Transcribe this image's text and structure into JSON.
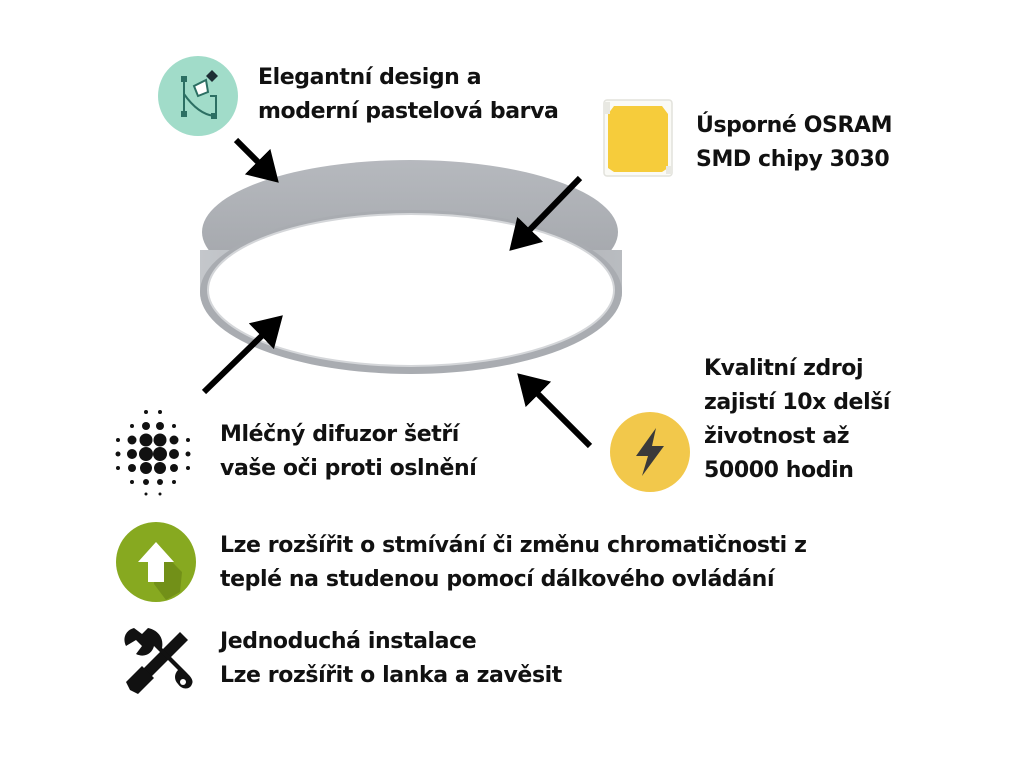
{
  "features": {
    "design": {
      "lines": [
        "Elegantní design a",
        "moderní pastelová barva"
      ],
      "icon": "design-pen-icon",
      "icon_color": "#9FDCC8"
    },
    "chips": {
      "lines": [
        "Úsporné OSRAM",
        "SMD chipy 3030"
      ],
      "icon": "led-chip-icon",
      "icon_color": "#F5C842"
    },
    "diffuser": {
      "lines": [
        "Mléčný difuzor šetří",
        "vaše oči proti oslnění"
      ],
      "icon": "halftone-dots-icon"
    },
    "power": {
      "lines": [
        "Kvalitní zdroj",
        "zajistí 10x delší",
        "životnost až",
        "50000 hodin"
      ],
      "icon": "lightning-bolt-icon",
      "icon_color": "#F4C84A"
    },
    "dimming": {
      "lines": [
        "Lze rozšířit o stmívání či změnu chromatičnosti z",
        "teplé na studenou pomocí dálkového ovládání"
      ],
      "icon": "up-arrow-icon",
      "icon_color": "#86A81F"
    },
    "install": {
      "lines": [
        "Jednoduchá instalace",
        "Lze rozšířit o lanka a zavěsit"
      ],
      "icon": "wrench-screwdriver-icon"
    }
  },
  "colors": {
    "lamp_rim": "#A8ABB0",
    "text": "#111111",
    "arrow": "#000000"
  }
}
